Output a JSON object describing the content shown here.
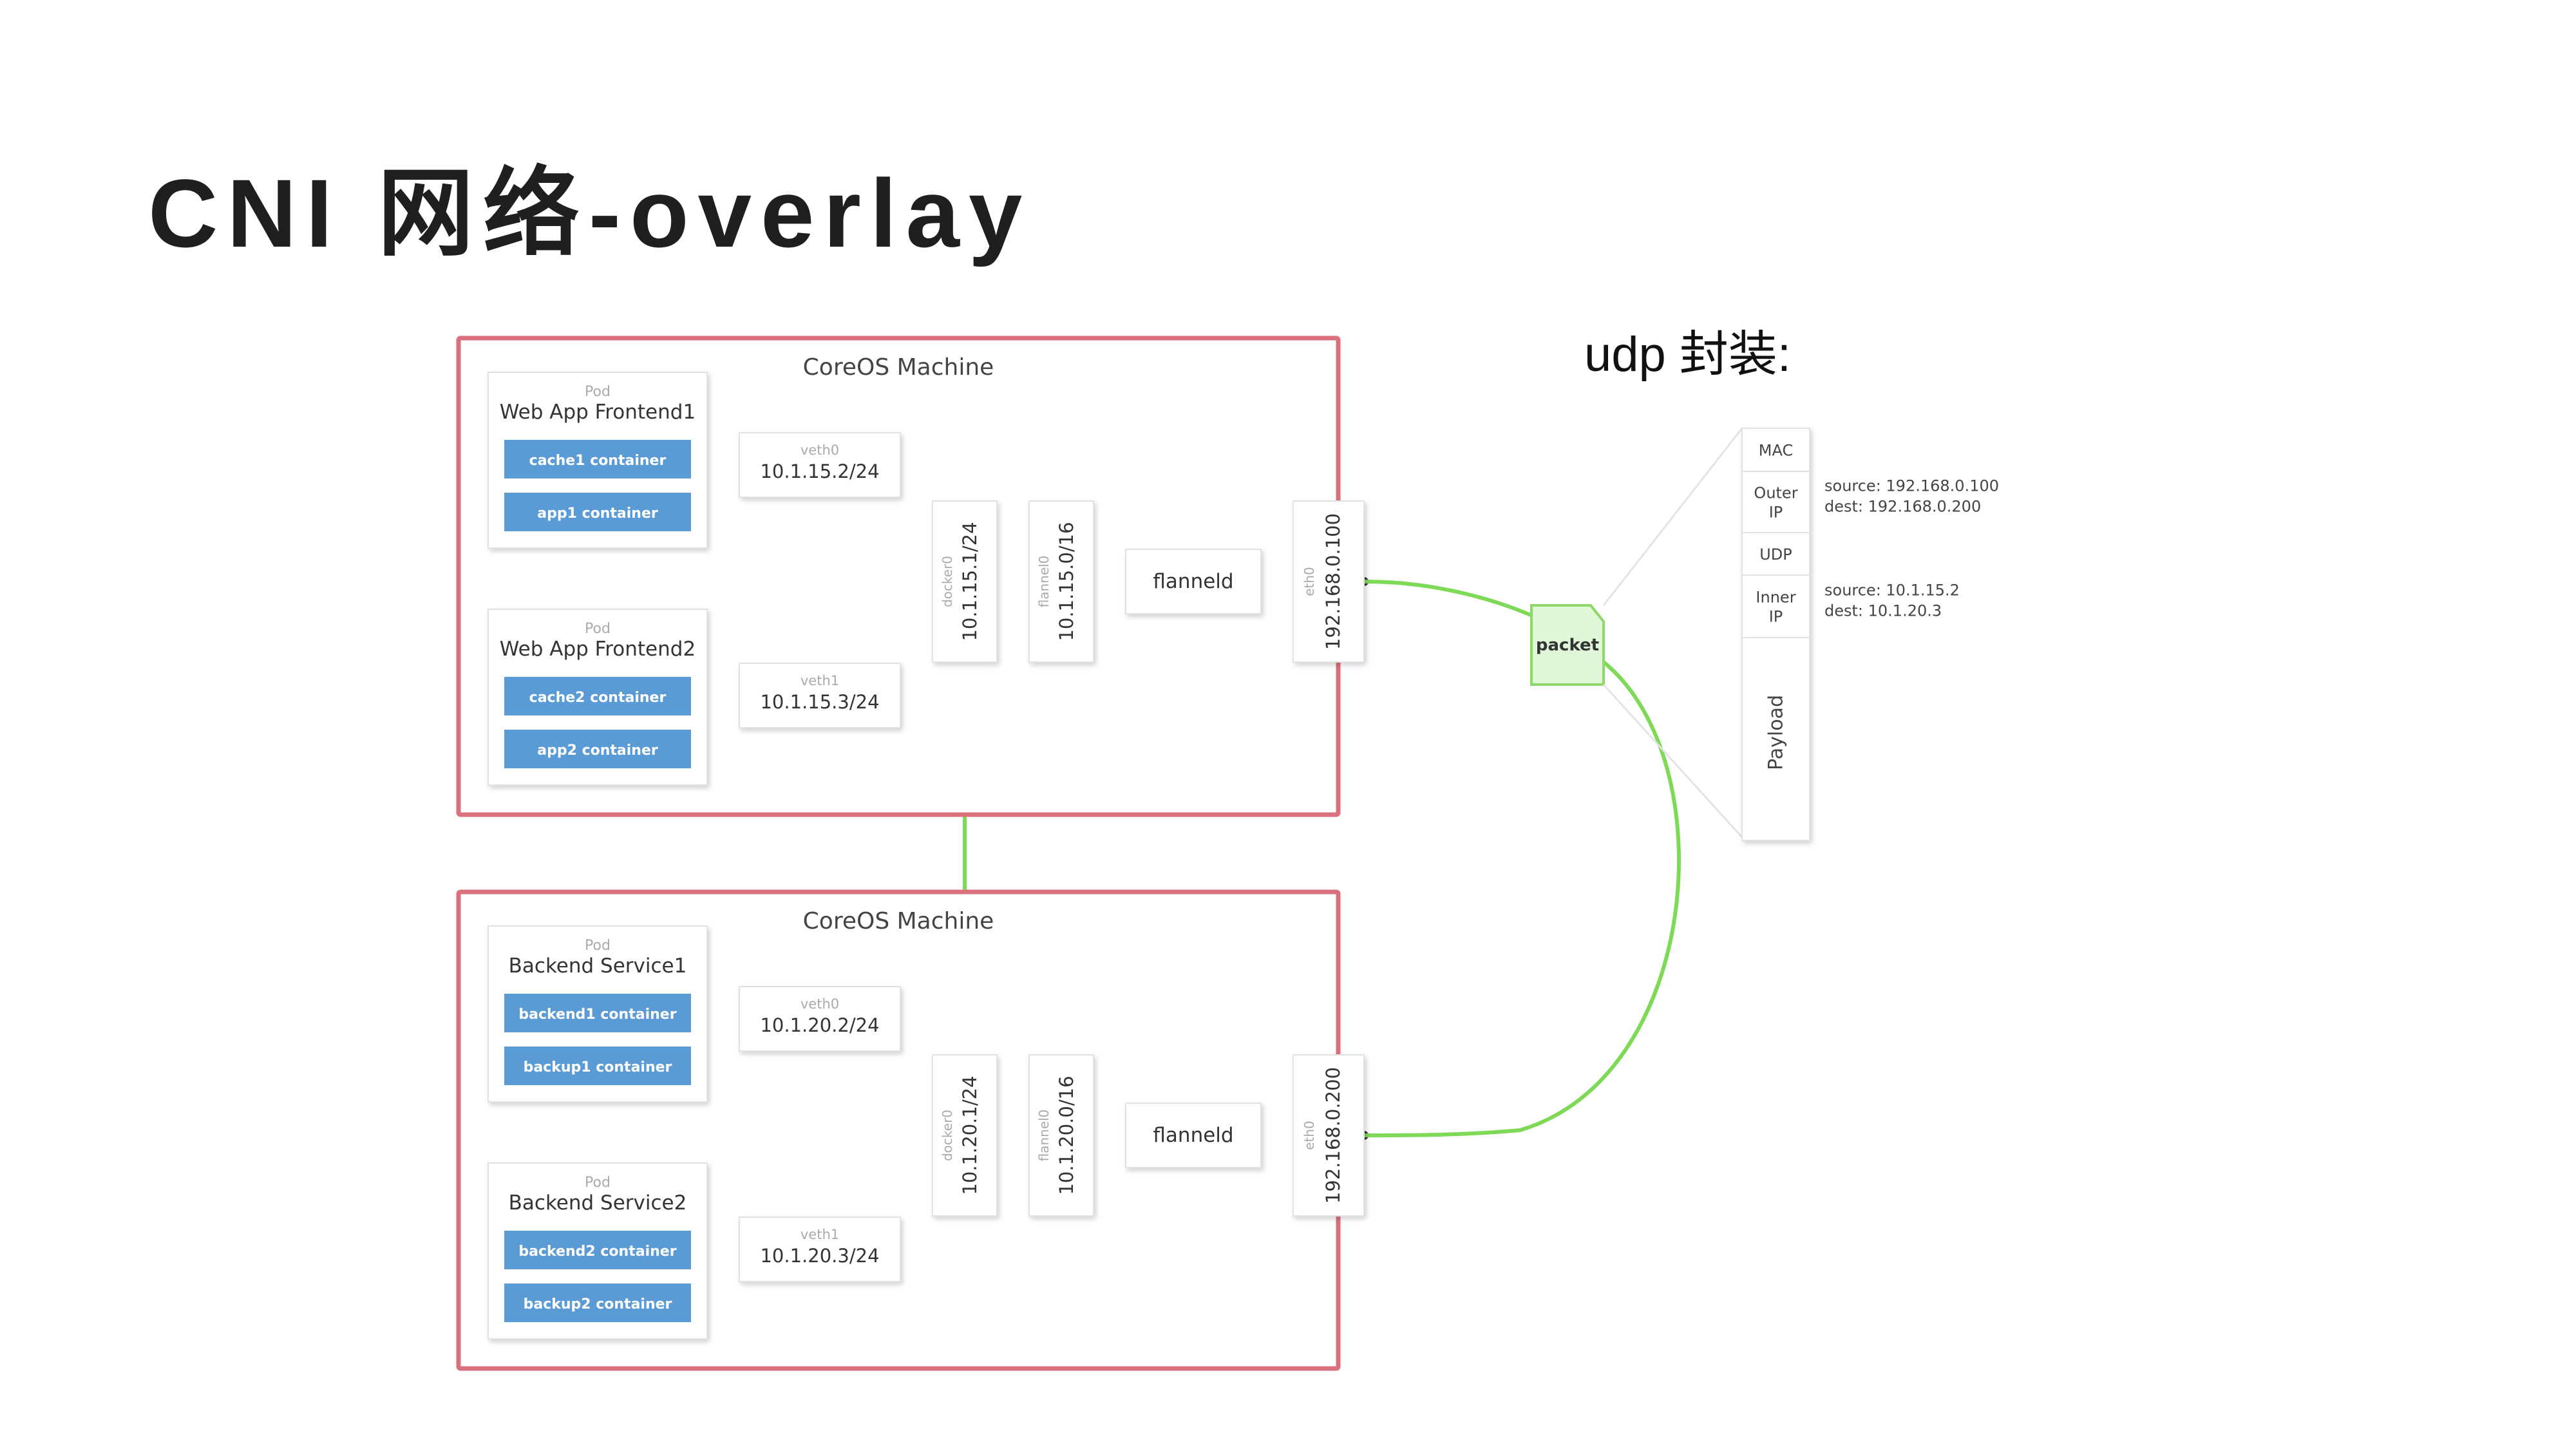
{
  "slide": {
    "title": "CNI 网络-overlay",
    "udp_title": "udp 封装:"
  },
  "colors": {
    "machine_border": "#d9707d",
    "container_fill": "#5b9bd5",
    "link_green": "#7ed957",
    "link_gray": "#9a9a9a",
    "packet_fill": "#dff7d6",
    "packet_border": "#8ed86a"
  },
  "machines": [
    {
      "label": "CoreOS Machine",
      "pods": [
        {
          "pod_label": "Pod",
          "name": "Web App Frontend1",
          "containers": [
            "cache1 container",
            "app1 container"
          ]
        },
        {
          "pod_label": "Pod",
          "name": "Web App Frontend2",
          "containers": [
            "cache2 container",
            "app2 container"
          ]
        }
      ],
      "veths": [
        {
          "name": "veth0",
          "ip": "10.1.15.2/24"
        },
        {
          "name": "veth1",
          "ip": "10.1.15.3/24"
        }
      ],
      "docker": {
        "name": "docker0",
        "ip": "10.1.15.1/24"
      },
      "flannel_if": {
        "name": "flannel0",
        "ip": "10.1.15.0/16"
      },
      "flanneld": "flanneld",
      "eth": {
        "name": "eth0",
        "ip": "192.168.0.100"
      }
    },
    {
      "label": "CoreOS Machine",
      "pods": [
        {
          "pod_label": "Pod",
          "name": "Backend Service1",
          "containers": [
            "backend1 container",
            "backup1 container"
          ]
        },
        {
          "pod_label": "Pod",
          "name": "Backend Service2",
          "containers": [
            "backend2 container",
            "backup2 container"
          ]
        }
      ],
      "veths": [
        {
          "name": "veth0",
          "ip": "10.1.20.2/24"
        },
        {
          "name": "veth1",
          "ip": "10.1.20.3/24"
        }
      ],
      "docker": {
        "name": "docker0",
        "ip": "10.1.20.1/24"
      },
      "flannel_if": {
        "name": "flannel0",
        "ip": "10.1.20.0/16"
      },
      "flanneld": "flanneld",
      "eth": {
        "name": "eth0",
        "ip": "192.168.0.200"
      }
    }
  ],
  "packet": {
    "label": "packet"
  },
  "encapsulation": {
    "layers": [
      {
        "label": "MAC",
        "note": []
      },
      {
        "label": "Outer IP",
        "note": [
          "source: 192.168.0.100",
          "dest: 192.168.0.200"
        ]
      },
      {
        "label": "UDP",
        "note": []
      },
      {
        "label": "Inner IP",
        "note": [
          "source: 10.1.15.2",
          "dest: 10.1.20.3"
        ]
      },
      {
        "label": "Payload",
        "note": []
      }
    ]
  }
}
